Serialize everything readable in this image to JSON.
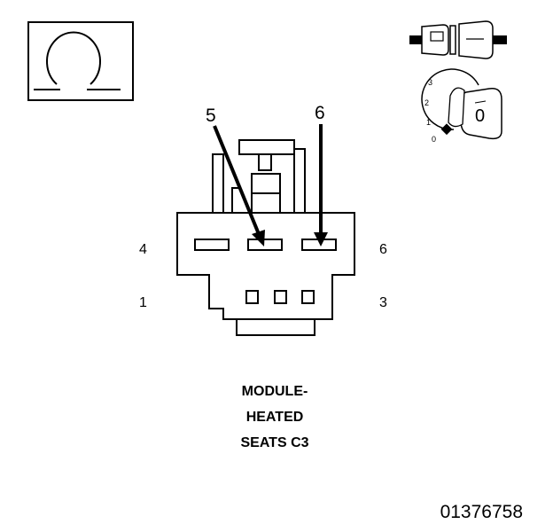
{
  "symbol": {
    "icon": "omega-icon"
  },
  "connector_icon": {
    "icon": "connector-halves-icon"
  },
  "ignition_switch": {
    "icon": "ignition-key-icon",
    "positions": [
      "3",
      "2",
      "1",
      "0"
    ],
    "key_label": "0"
  },
  "connector": {
    "cavity_callouts": [
      "5",
      "6"
    ],
    "pin_labels": {
      "top_left": "4",
      "top_right": "6",
      "bottom_left": "1",
      "bottom_right": "3"
    }
  },
  "caption": {
    "lines": [
      "MODULE-",
      "HEATED",
      "SEATS C3"
    ]
  },
  "document_id": "01376758",
  "colors": {
    "ink": "#000000",
    "background": "#ffffff"
  }
}
